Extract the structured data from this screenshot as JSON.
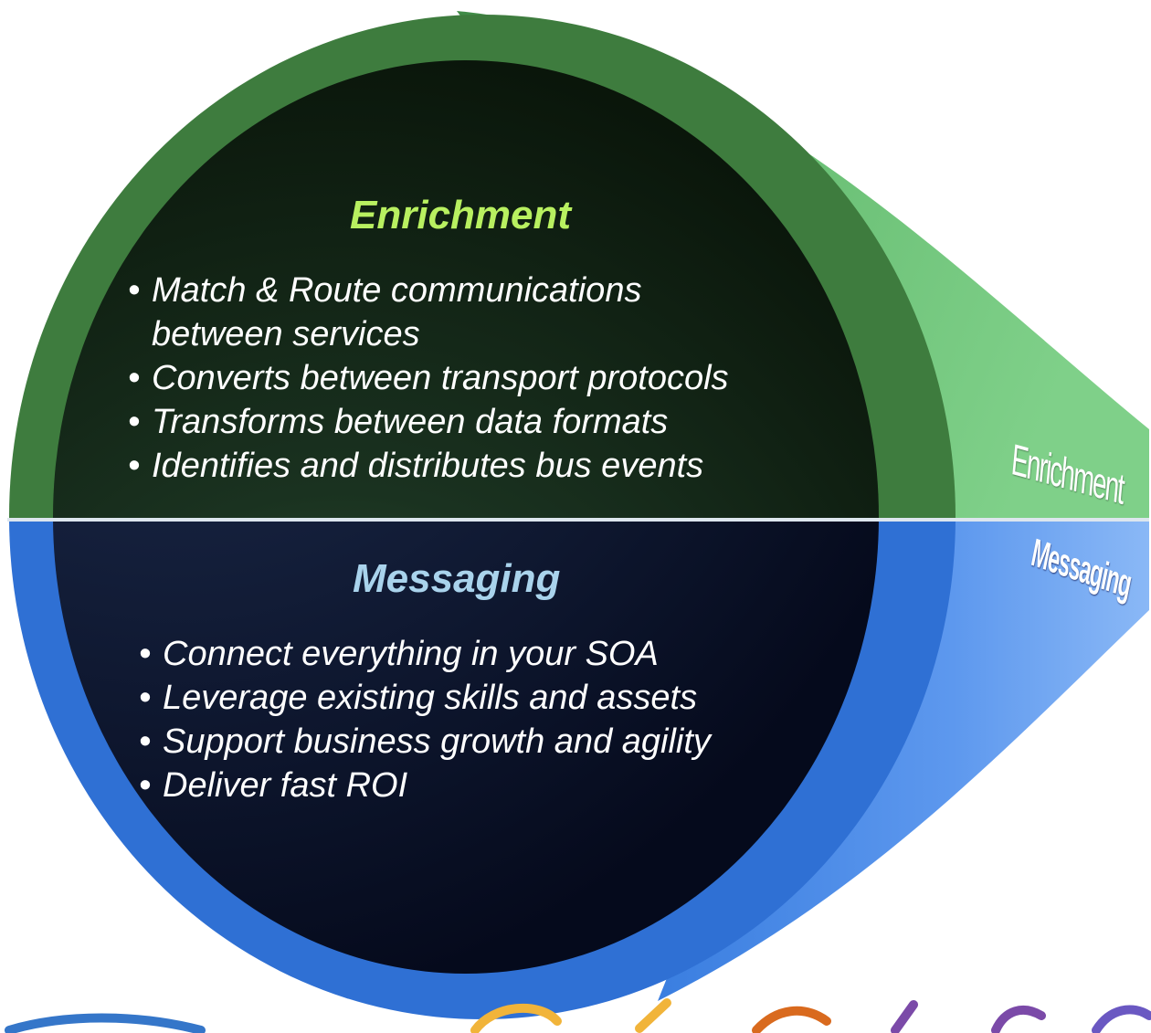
{
  "enrichment": {
    "title": "Enrichment",
    "bullets": [
      "Match & Route communications",
      "between services",
      "Converts between transport protocols",
      "Transforms between data formats",
      "Identifies and distributes bus events"
    ]
  },
  "messaging": {
    "title": "Messaging",
    "bullets": [
      "Connect everything in your SOA",
      "Leverage existing skills and assets",
      "Support business growth and agility",
      "Deliver fast ROI"
    ]
  },
  "tube_labels": {
    "upper": "Enrichment",
    "lower": "Messaging"
  },
  "colors": {
    "enrichment_ring": "#3e7c3e",
    "enrichment_cone": "#6fc378",
    "enrichment_title": "#b8f060",
    "messaging_ring": "#2f70d4",
    "messaging_cone": "#6aa2f0",
    "messaging_title": "#a9d3ec",
    "bullet_text": "#ffffff"
  }
}
